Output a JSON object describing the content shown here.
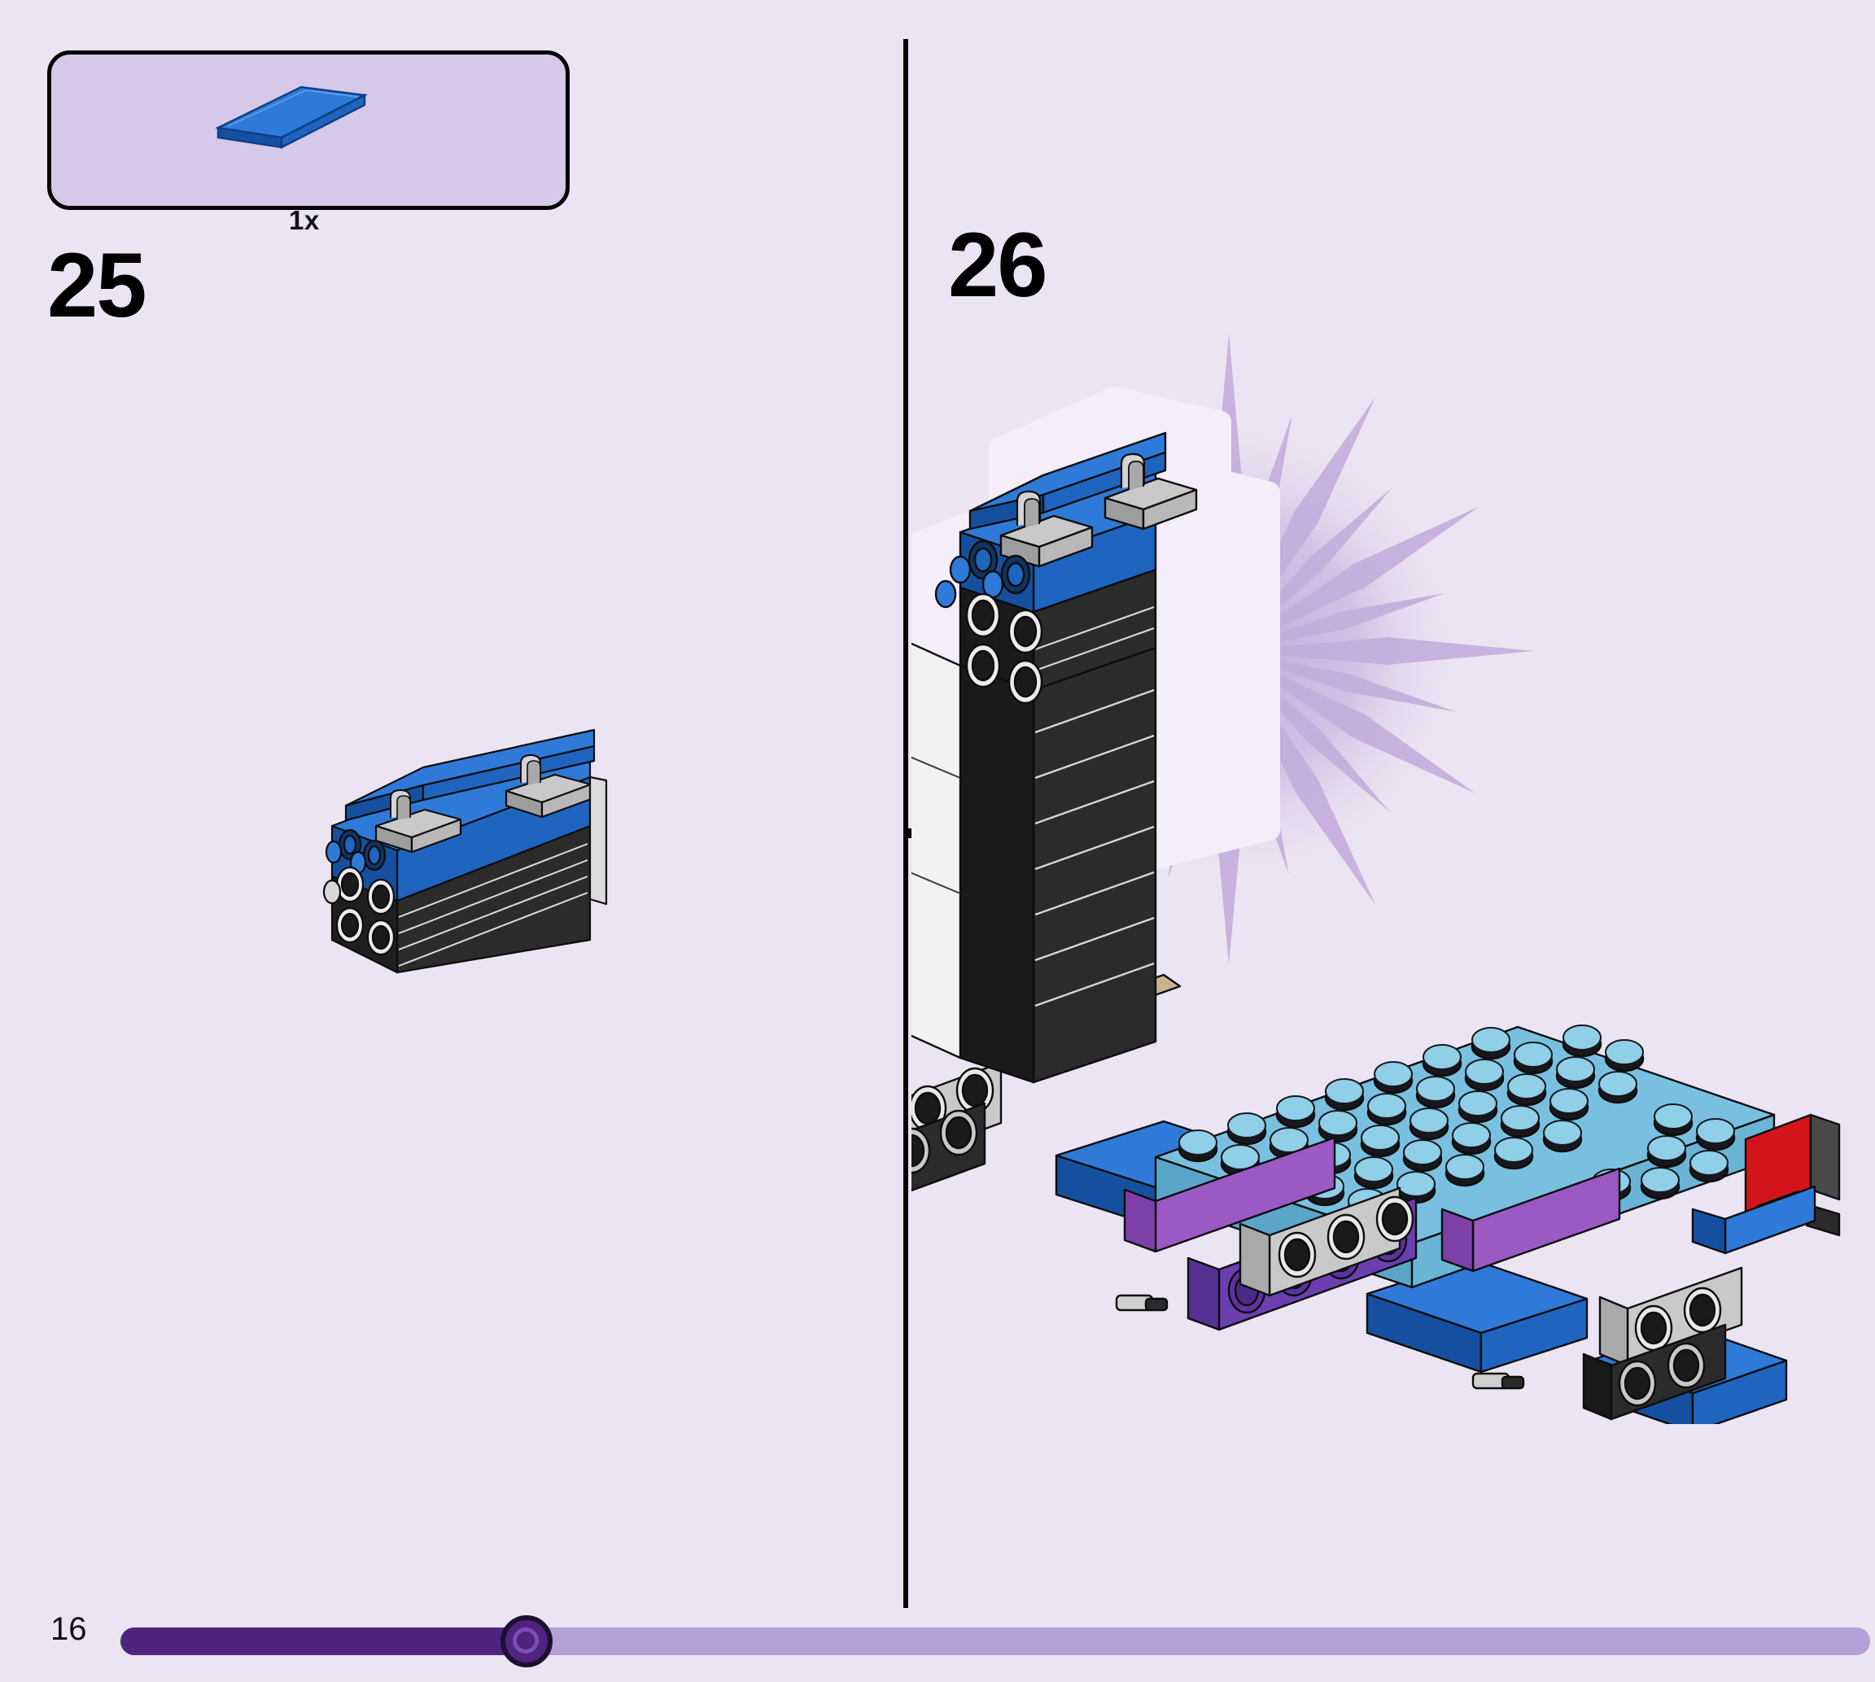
{
  "page": {
    "number": "16",
    "background_color": "#ebe4f2",
    "divider_color": "#000000"
  },
  "parts_callout": {
    "name": "parts-callout-box",
    "fill_color": "#d6c8e8",
    "border_color": "#000000",
    "parts": [
      {
        "quantity_label": "1x",
        "part_description": "tile-1x4",
        "color_name": "blue",
        "color_hex": "#1f65c0"
      }
    ]
  },
  "steps": [
    {
      "number": "25",
      "name": "step-25",
      "has_parts_callout": true,
      "has_highlight": false,
      "build_description": "blue-tile-and-clip-subassembly"
    },
    {
      "number": "26",
      "name": "step-26",
      "has_parts_callout": false,
      "has_highlight": true,
      "highlight_color": "#c4afdc",
      "arrow_direction": "right",
      "build_description": "main-chassis-with-attached-subassembly"
    }
  ],
  "progress": {
    "name": "page-progress-bar",
    "track_color": "#b3a0d4",
    "fill_color": "#50237f",
    "knob_color": "#50237f",
    "percent": 22
  },
  "colors": {
    "blue": "#1f65c0",
    "blue_dark": "#1550a0",
    "blue_light": "#2f7ad8",
    "black": "#2b2b2b",
    "black_dark": "#1a1a1a",
    "gray": "#c9c9c9",
    "gray_dark": "#9d9d9d",
    "white": "#f2f2f2",
    "azure": "#79c0e0",
    "azure_dark": "#5ba5c8",
    "azure_stud_shadow": "#17171c",
    "purple": "#9b59c4",
    "purple_dark": "#6b3fb0",
    "purple_deep": "#5b33a0",
    "tan": "#c9b393",
    "red": "#d4141b",
    "lime": "#c3e84b",
    "highlight_purple": "#c4afdc",
    "halo_white": "#f3eefa"
  }
}
